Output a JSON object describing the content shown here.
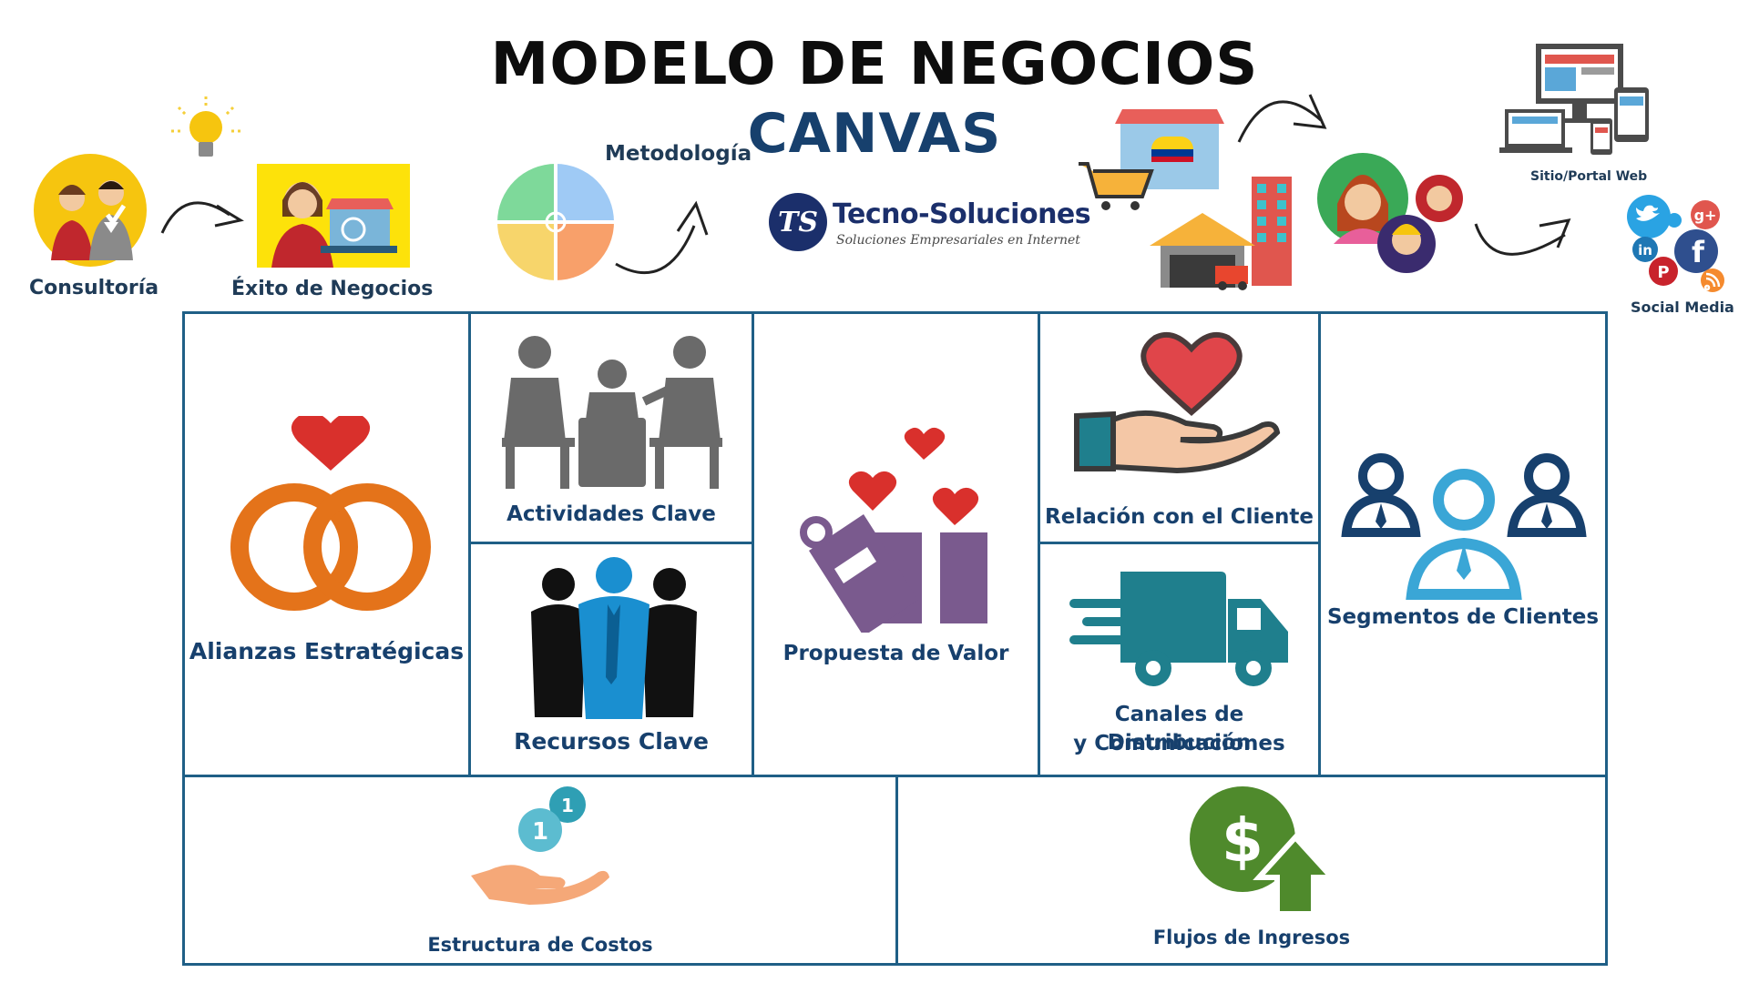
{
  "title": "MODELO DE NEGOCIOS",
  "subtitle": "CANVAS",
  "header": {
    "consultoria": "Consultoría",
    "exito": "Éxito de Negocios",
    "metodologia": "Metodología",
    "brand_name": "Tecno-Soluciones",
    "brand_tagline": "Soluciones Empresariales en Internet",
    "brand_initials": "TS",
    "sitio": "Sitio/Portal Web",
    "social": "Social Media"
  },
  "blocks": {
    "alianzas": "Alianzas Estratégicas",
    "actividades": "Actividades Clave",
    "recursos": "Recursos Clave",
    "propuesta": "Propuesta de Valor",
    "relacion": "Relación con el Cliente",
    "canales_1": "Canales de Distribución",
    "canales_2": "y Comunicaciones",
    "segmentos": "Segmentos de Clientes",
    "costos": "Estructura de Costos",
    "ingresos": "Flujos de Ingresos"
  },
  "icons": {
    "coin_1": "1",
    "coin_2": "1",
    "dollar": "$"
  },
  "colors": {
    "border": "#1f5f86",
    "label": "#17406d",
    "orange": "#e4731a",
    "heart": "#d9302c",
    "purple": "#7a5a8e",
    "teal": "#1f7f8d",
    "blue": "#1a8fd0",
    "green": "#4f8a2c"
  }
}
